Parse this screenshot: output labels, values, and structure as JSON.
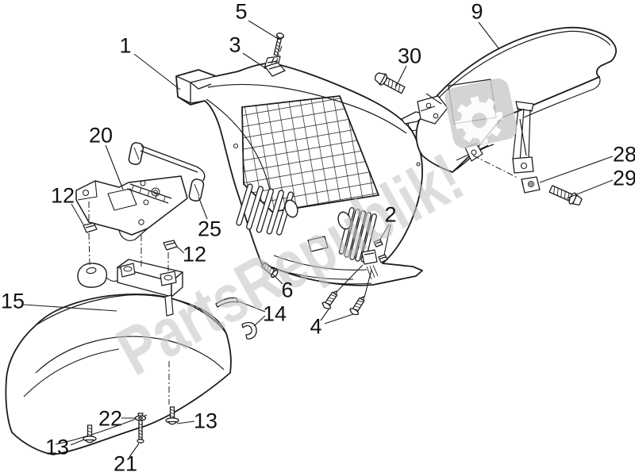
{
  "watermark": {
    "text": "PartsRepublik!",
    "logo_icon": "gear-icon",
    "text_color": "#c2c2c2",
    "logo_color": "#cbcbcb"
  },
  "diagram": {
    "background_color": "#ffffff",
    "line_color": "#1c1c1c",
    "callouts": [
      {
        "text": "5"
      },
      {
        "text": "3"
      },
      {
        "text": "1"
      },
      {
        "text": "9"
      },
      {
        "text": "30"
      },
      {
        "text": "20"
      },
      {
        "text": "25"
      },
      {
        "text": "12"
      },
      {
        "text": "12"
      },
      {
        "text": "2"
      },
      {
        "text": "28"
      },
      {
        "text": "29"
      },
      {
        "text": "6"
      },
      {
        "text": "14"
      },
      {
        "text": "15"
      },
      {
        "text": "4"
      },
      {
        "text": "13"
      },
      {
        "text": "22"
      },
      {
        "text": "21"
      },
      {
        "text": "13"
      }
    ]
  }
}
